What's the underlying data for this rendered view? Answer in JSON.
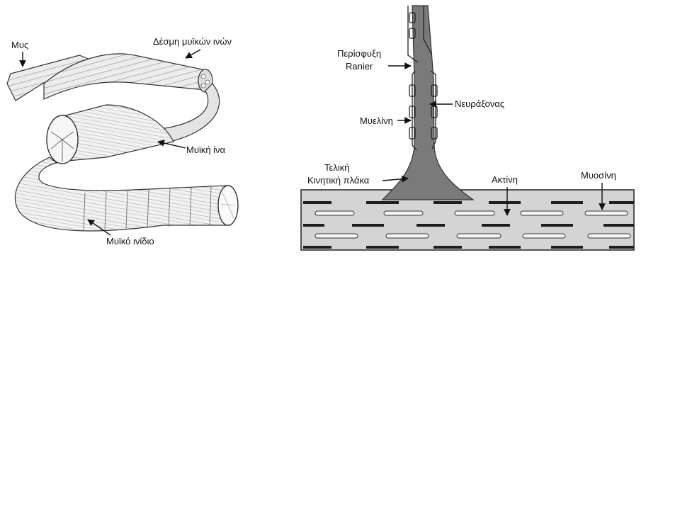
{
  "muscle_diagram": {
    "labels": {
      "muscle": "Μυς",
      "fiber_bundle": "Δέσμη μυϊκών ινών",
      "muscle_fiber": "Μυϊκή ίνα",
      "myofibril": "Μυϊκό ινίδιο"
    }
  },
  "neuromuscular_diagram": {
    "labels": {
      "ranvier_line1": "Περίσφυξη",
      "ranvier_line2": "Ranier",
      "axon": "Νευράξονας",
      "myelin": "Μυελίνη",
      "endplate_line1": "Τελική",
      "endplate_line2": "Κινητική πλάκα",
      "actin": "Ακτίνη",
      "myosin": "Μυοσίνη"
    }
  },
  "colors": {
    "ink": "#111111",
    "tissue": "#d4d4d4",
    "axon": "#7a7a7a",
    "myosin_fill": "#f4f4f4"
  }
}
